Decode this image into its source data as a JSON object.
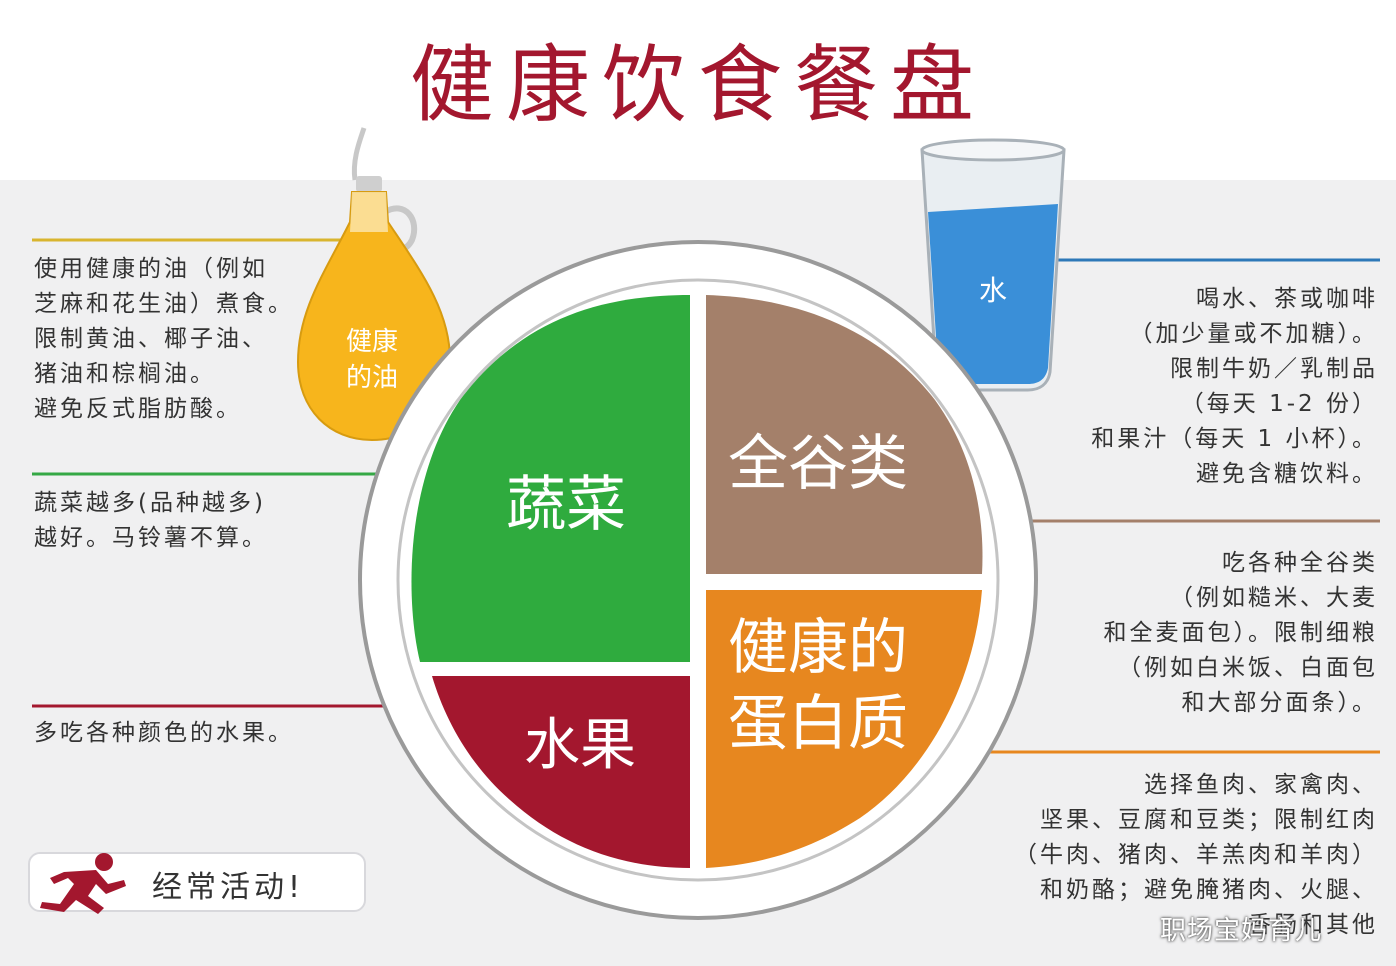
{
  "title": "健康饮食餐盘",
  "plate": {
    "vegetables": "蔬菜",
    "grains": "全谷类",
    "protein_line1": "健康的",
    "protein_line2": "蛋白质",
    "fruits": "水果"
  },
  "oil_bottle": {
    "line1": "健康",
    "line2": "的油"
  },
  "water_glass": {
    "label": "水"
  },
  "notes": {
    "oil": "使用健康的油（例如\n芝麻和花生油）煮食。\n限制黄油、椰子油、\n猪油和棕榈油。\n避免反式脂肪酸。",
    "vegetables": "蔬菜越多(品种越多)\n越好。马铃薯不算。",
    "fruits": "多吃各种颜色的水果。",
    "water": "喝水、茶或咖啡\n（加少量或不加糖）。\n限制牛奶／乳制品\n（每天 1-2 份）\n和果汁（每天 1 小杯）。\n避免含糖饮料。",
    "grains": "吃各种全谷类\n（例如糙米、大麦\n和全麦面包）。限制细粮\n（例如白米饭、白面包\n和大部分面条）。",
    "protein": "选择鱼肉、家禽肉、\n坚果、豆腐和豆类；限制红肉\n（牛肉、猪肉、羊羔肉和羊肉）\n和奶酪；避免腌猪肉、火腿、\n香肠和其他"
  },
  "activity": {
    "label": "经常活动!"
  },
  "watermark": "职场宝妈育儿",
  "colors": {
    "title": "#a3172e",
    "vegetables": "#2fab3e",
    "grains": "#a4806a",
    "protein": "#e7871f",
    "fruits": "#a3172e",
    "oil": "#f7b51c",
    "water": "#3a8fd8",
    "line_oil": "#d9b52e",
    "line_veg": "#35a845",
    "line_fruit": "#a3172e",
    "line_water": "#2d78b8",
    "line_grain": "#a4806a",
    "line_protein": "#e7871f"
  }
}
